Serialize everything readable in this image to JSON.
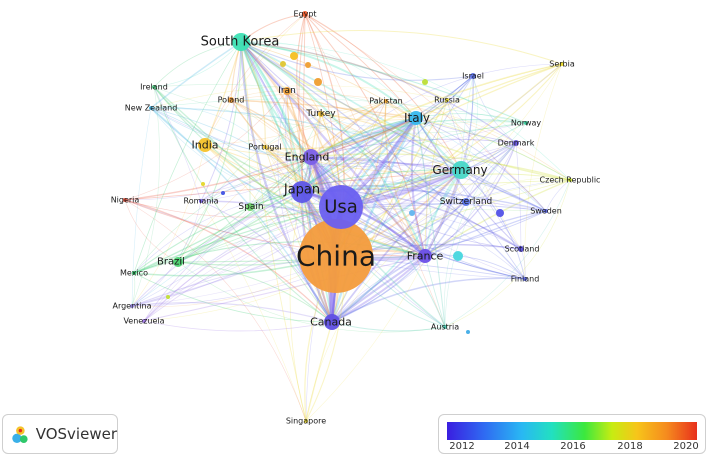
{
  "nodes": [
    {
      "id": "china",
      "label": "China",
      "color": "#f39b3c"
    },
    {
      "id": "usa",
      "label": "Usa",
      "color": "#6a5ff0"
    },
    {
      "id": "japan",
      "label": "Japan",
      "color": "#5d56e8"
    },
    {
      "id": "england",
      "label": "England",
      "color": "#7a5fe8"
    },
    {
      "id": "south_korea",
      "label": "South Korea",
      "color": "#3de0b4"
    },
    {
      "id": "germany",
      "label": "Germany",
      "color": "#48d8c8"
    },
    {
      "id": "italy",
      "label": "Italy",
      "color": "#37b8ee"
    },
    {
      "id": "france",
      "label": "France",
      "color": "#6a4fe8"
    },
    {
      "id": "canada",
      "label": "Canada",
      "color": "#5f4fe4"
    },
    {
      "id": "india",
      "label": "India",
      "color": "#f5c22a"
    },
    {
      "id": "brazil",
      "label": "Brazil",
      "color": "#4bd070"
    },
    {
      "id": "spain",
      "label": "Spain",
      "color": "#6fd36a"
    },
    {
      "id": "switzerland",
      "label": "Switzerland",
      "color": "#5874ea"
    },
    {
      "id": "egypt",
      "label": "Egypt",
      "color": "#ee5a2a"
    },
    {
      "id": "iran",
      "label": "Iran",
      "color": "#f0a23a"
    },
    {
      "id": "poland",
      "label": "Poland",
      "color": "#f09a36"
    },
    {
      "id": "turkey",
      "label": "Turkey",
      "color": "#f0c238"
    },
    {
      "id": "pakistan",
      "label": "Pakistan",
      "color": "#f2a832"
    },
    {
      "id": "russia",
      "label": "Russia",
      "color": "#e6d732"
    },
    {
      "id": "israel",
      "label": "Israel",
      "color": "#5a6fe6"
    },
    {
      "id": "serbia",
      "label": "Serbia",
      "color": "#e8d82a"
    },
    {
      "id": "norway",
      "label": "Norway",
      "color": "#3bd2a0"
    },
    {
      "id": "denmark",
      "label": "Denmark",
      "color": "#6a58e2"
    },
    {
      "id": "czech",
      "label": "Czech Republic",
      "color": "#cbe02a"
    },
    {
      "id": "sweden",
      "label": "Sweden",
      "color": "#5e6ae8"
    },
    {
      "id": "scotland",
      "label": "Scotland",
      "color": "#5a4fe0"
    },
    {
      "id": "finland",
      "label": "Finland",
      "color": "#5e6ae6"
    },
    {
      "id": "austria",
      "label": "Austria",
      "color": "#4ec8b0"
    },
    {
      "id": "singapore",
      "label": "Singapore",
      "color": "#eedc3a"
    },
    {
      "id": "ireland",
      "label": "Ireland",
      "color": "#4ecc82"
    },
    {
      "id": "new_zealand",
      "label": "New Zealand",
      "color": "#4ab6e4"
    },
    {
      "id": "portugal",
      "label": "Portugal",
      "color": "#e8c02a"
    },
    {
      "id": "romania",
      "label": "Romania",
      "color": "#7a66e6"
    },
    {
      "id": "nigeria",
      "label": "Nigeria",
      "color": "#e8503a"
    },
    {
      "id": "mexico",
      "label": "Mexico",
      "color": "#2fc86a"
    },
    {
      "id": "argentina",
      "label": "Argentina",
      "color": "#9a8ae8"
    },
    {
      "id": "venezuela",
      "label": "Venezuela",
      "color": "#a27ae6"
    }
  ],
  "extra_nodes": [
    {
      "color": "#f5c22a"
    },
    {
      "color": "#f0a23a"
    },
    {
      "color": "#f0a23a"
    },
    {
      "color": "#e0c83a"
    },
    {
      "color": "#bfe040"
    },
    {
      "color": "#5a5ae8"
    },
    {
      "color": "#4fd8e0"
    },
    {
      "color": "#4ab0e8"
    },
    {
      "color": "#4a5ae4"
    },
    {
      "color": "#e6d832"
    },
    {
      "color": "#c3e03e"
    },
    {
      "color": "#68b8f0"
    }
  ],
  "legend": {
    "ticks": [
      "2012",
      "2014",
      "2016",
      "2018",
      "2020"
    ]
  },
  "logo": {
    "text": "VOSviewer"
  }
}
